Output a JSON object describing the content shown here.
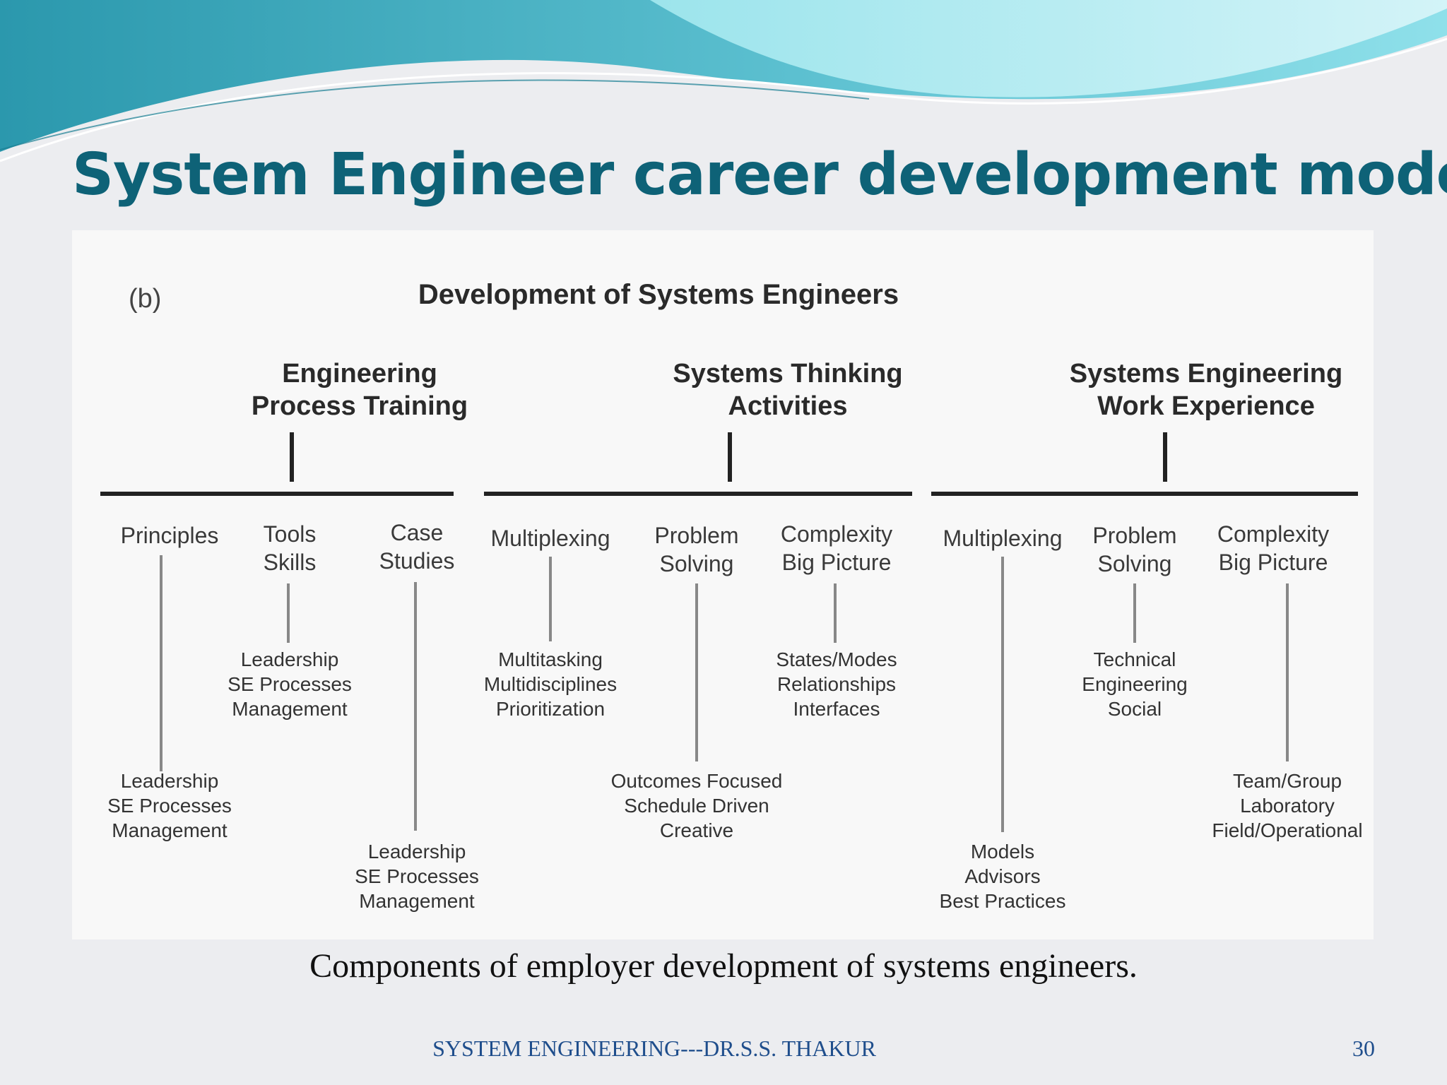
{
  "slide": {
    "title": "System Engineer career development model",
    "caption": "Components of employer development of systems engineers.",
    "footer": "SYSTEM ENGINEERING---DR.S.S. THAKUR",
    "page_number": "30"
  },
  "diagram": {
    "panel_label": "(b)",
    "title": "Development of Systems Engineers",
    "groups": [
      {
        "heading": "Engineering\nProcess Training",
        "items": [
          {
            "label": "Principles",
            "detail": "Leadership\nSE Processes\nManagement"
          },
          {
            "label": "Tools\nSkills",
            "detail": "Leadership\nSE Processes\nManagement"
          },
          {
            "label": "Case\nStudies",
            "detail": "Leadership\nSE Processes\nManagement"
          }
        ]
      },
      {
        "heading": "Systems Thinking\nActivities",
        "items": [
          {
            "label": "Multiplexing",
            "detail": "Multitasking\nMultidisciplines\nPrioritization"
          },
          {
            "label": "Problem\nSolving",
            "detail": "Outcomes Focused\nSchedule Driven\nCreative"
          },
          {
            "label": "Complexity\nBig Picture",
            "detail": "States/Modes\nRelationships\nInterfaces"
          }
        ]
      },
      {
        "heading": "Systems Engineering\nWork Experience",
        "items": [
          {
            "label": "Multiplexing",
            "detail": "Models\nAdvisors\nBest Practices"
          },
          {
            "label": "Problem\nSolving",
            "detail": "Technical\nEngineering\nSocial"
          },
          {
            "label": "Complexity\nBig Picture",
            "detail": "Team/Group\nLaboratory\nField/Operational"
          }
        ]
      }
    ]
  },
  "colors": {
    "title": "#0e6277",
    "footer": "#1f4e8c",
    "wave_dark": "#2b98ad",
    "wave_light": "#8fe0ea"
  }
}
